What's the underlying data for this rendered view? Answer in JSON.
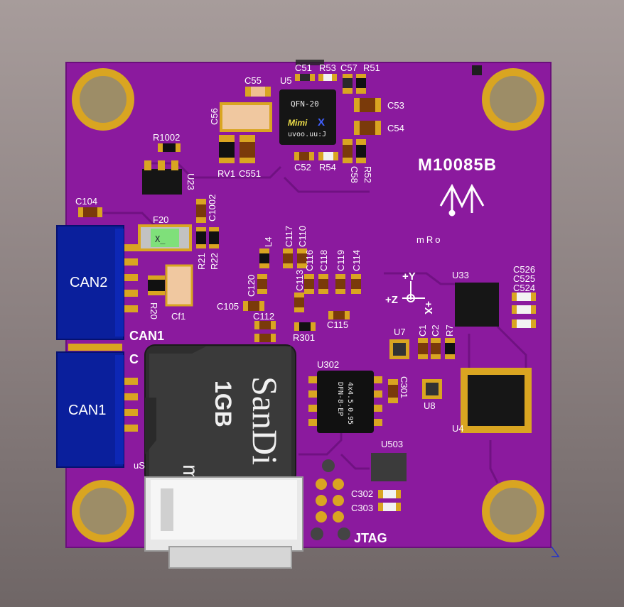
{
  "board": {
    "model": "M10085B",
    "brand": "mRo",
    "colors": {
      "pcb": "#8b1a9e",
      "gold": "#d9a521",
      "connector": "#0a1f9c",
      "sd": "#2e2e2e"
    }
  },
  "connectors": {
    "can2_label": "CAN2",
    "can1_label": "CAN1",
    "can1_silk": "CAN1",
    "can2_silk_partial": "C",
    "jtag": "JTAG"
  },
  "sdcard": {
    "brand": "SanDi",
    "capacity": "1GB",
    "logo_partial": "m",
    "socket_partial": "uS"
  },
  "axes": {
    "y": "+Y",
    "z": "+Z",
    "x": "+X"
  },
  "chips": {
    "u5_pkg": "QFN-20",
    "u5_brand": "Mimi",
    "u5_brand_x": "X",
    "u5_code": "uvoo.uu:J",
    "u302_pkg": "DFN-8-EP",
    "u302_size": "4x4.5.0.95",
    "f20_mark": "X_"
  },
  "refs": {
    "U5": "U5",
    "C51": "C51",
    "R53": "R53",
    "C57": "C57",
    "R51": "R51",
    "C55": "C55",
    "C56": "C56",
    "C53": "C53",
    "C54": "C54",
    "C52": "C52",
    "R54": "R54",
    "C58": "C58",
    "R52": "R52",
    "R1002": "R1002",
    "RV1": "RV1",
    "C551": "C551",
    "U23": "U23",
    "C104": "C104",
    "C1002": "C1002",
    "F20": "F20",
    "R21": "R21",
    "R22": "R22",
    "R20": "R20",
    "Cf1": "Cf1",
    "L4": "L4",
    "C117": "C117",
    "C110": "C110",
    "C116": "C116",
    "C118": "C118",
    "C119": "C119",
    "C114": "C114",
    "C120": "C120",
    "C105": "C105",
    "C113": "C113",
    "C112": "C112",
    "C115": "C115",
    "R301": "R301",
    "U33": "U33",
    "C526": "C526",
    "C525": "C525",
    "C524": "C524",
    "U7": "U7",
    "C1": "C1",
    "C2": "C2",
    "R7": "R7",
    "U302": "U302",
    "C301": "C301",
    "U8": "U8",
    "U4": "U4",
    "U503": "U503",
    "C302": "C302",
    "C303": "C303"
  }
}
